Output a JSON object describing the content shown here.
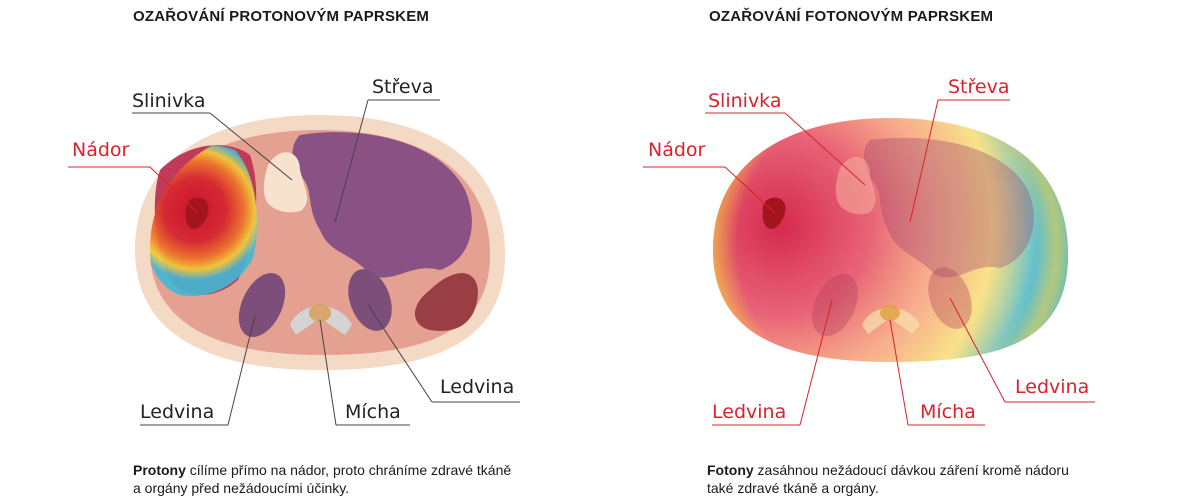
{
  "panels": [
    {
      "title": "OZAŘOVÁNÍ PROTONOVÝM PAPRSKEM",
      "labels": {
        "tumor": "Nádor",
        "pancreas": "Slinivka",
        "bowel": "Střeva",
        "kidney_left": "Ledvina",
        "spine": "Mícha",
        "kidney_right": "Ledvina"
      },
      "caption_bold": "Protony",
      "caption_text": " cílíme přímo na nádor, proto chráníme zdravé tkáně a orgány před nežádoucími účinky."
    },
    {
      "title": "OZAŘOVÁNÍ FOTONOVÝM PAPRSKEM",
      "labels": {
        "tumor": "Nádor",
        "pancreas": "Slinivka",
        "bowel": "Střeva",
        "kidney_left": "Ledvina",
        "spine": "Mícha",
        "kidney_right": "Ledvina"
      },
      "caption_bold": "Fotony",
      "caption_text": " zasáhnou nežádoucí dávkou záření kromě nádoru také zdravé tkáně a orgány."
    }
  ],
  "colors": {
    "left_label": "#222222",
    "left_label_tumor": "#d8232a",
    "right_label": "#d8232a",
    "body_outer": "#f4d9c4",
    "tissue": "#e4a090",
    "bowel": "#8a5184",
    "kidney": "#7d4e7a",
    "spine_bone": "#cfcfcf",
    "spine_cord": "#d8a66a",
    "tumor_core": "#a3141c"
  }
}
